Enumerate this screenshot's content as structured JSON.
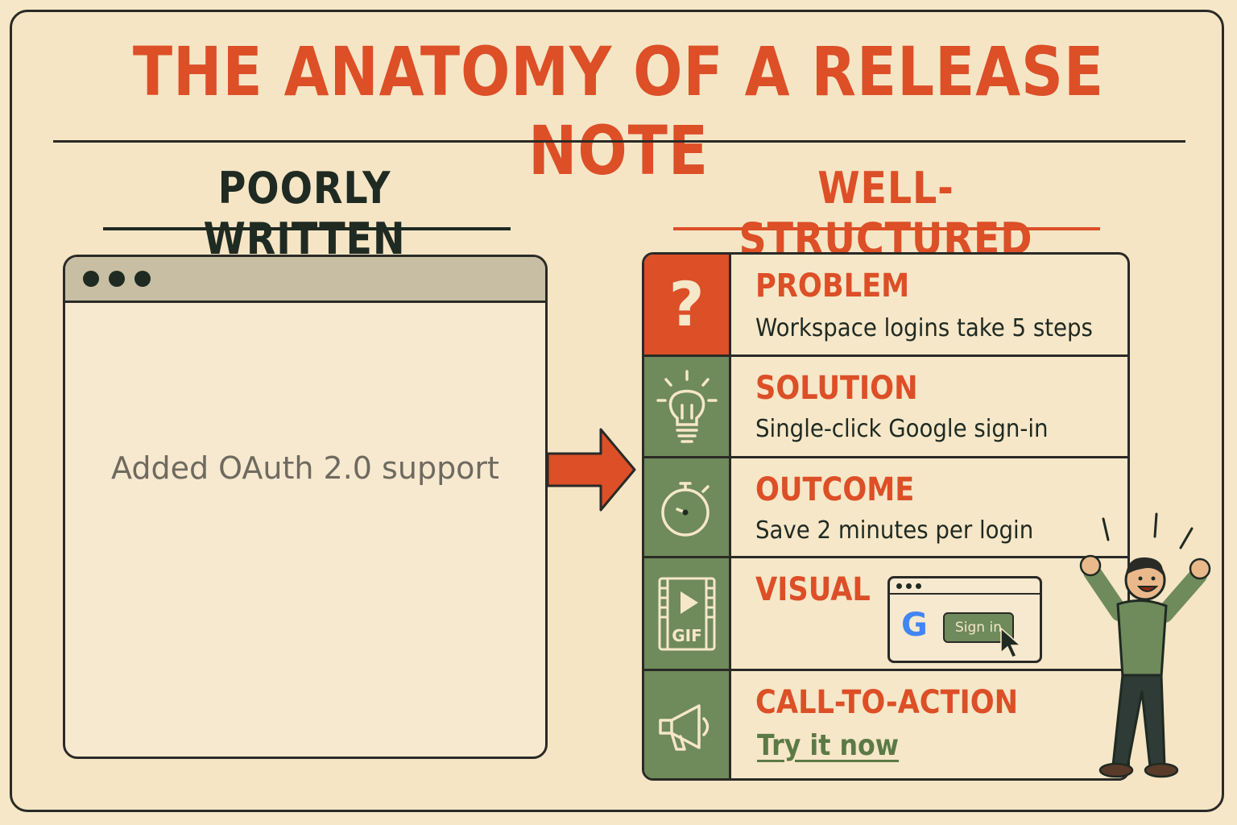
{
  "title": "THE ANATOMY OF A RELEASE NOTE",
  "left_column": {
    "heading": "POORLY WRITTEN",
    "window_text": "Added OAuth 2.0 support"
  },
  "right_column": {
    "heading": "WELL-STRUCTURED",
    "rows": [
      {
        "label": "PROBLEM",
        "description": "Workspace logins take 5 steps",
        "icon": "question-mark-icon"
      },
      {
        "label": "SOLUTION",
        "description": "Single-click Google sign-in",
        "icon": "lightbulb-icon"
      },
      {
        "label": "OUTCOME",
        "description": "Save 2 minutes per login",
        "icon": "stopwatch-icon"
      },
      {
        "label": "VISUAL",
        "icon": "gif-video-icon",
        "mini_button": "Sign in",
        "gif_label": "GIF",
        "google_glyph": "G"
      },
      {
        "label": "CALL-TO-ACTION",
        "link": "Try it now",
        "icon": "megaphone-icon"
      }
    ]
  },
  "colors": {
    "accent_red": "#dc4f27",
    "accent_green": "#6f8a5b",
    "background": "#f5e5c5",
    "ink": "#1f2a22"
  }
}
